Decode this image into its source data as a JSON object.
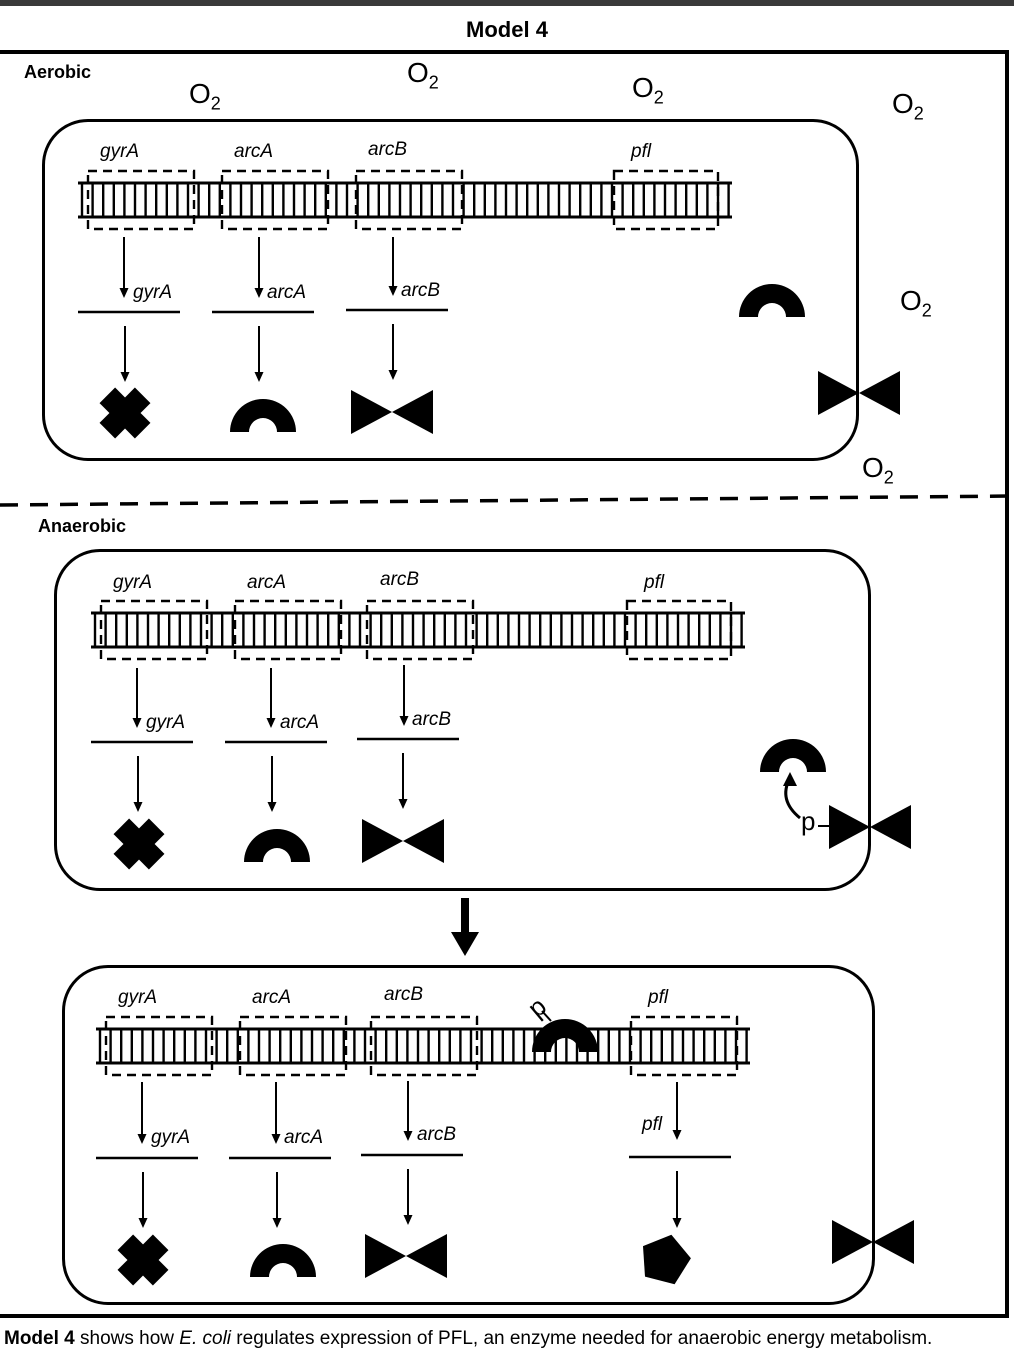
{
  "title": "Model 4",
  "sections": {
    "aerobic_label": "Aerobic",
    "anaerobic_label": "Anaerobic"
  },
  "oxygen": {
    "symbol": "O",
    "subscript": "2"
  },
  "genes": {
    "gyrA": "gyrA",
    "arcA": "arcA",
    "arcB": "arcB",
    "pfl": "pfl"
  },
  "phosphate_label": "p",
  "caption": {
    "bold": "Model 4",
    "part1": " shows how ",
    "italic": "E. coli",
    "part2": " regulates expression of PFL, an enzyme needed for anaerobic energy metabolism."
  }
}
